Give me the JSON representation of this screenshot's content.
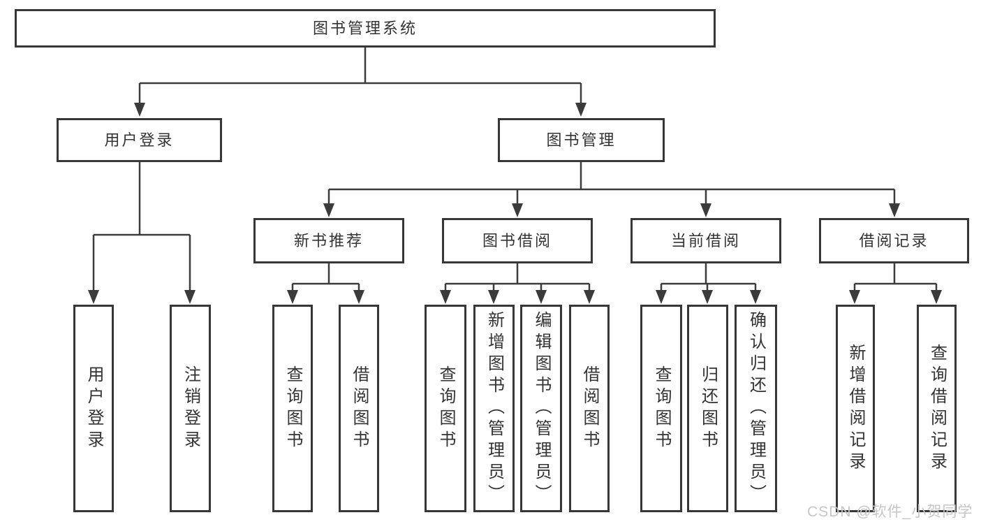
{
  "colors": {
    "background": "#ffffff",
    "box_border": "#373737",
    "line": "#3b3b3b",
    "text": "#333333",
    "watermark": "#c6c6c6"
  },
  "diagram": {
    "root": {
      "label": "图书管理系统"
    },
    "level2": [
      {
        "label": "用户登录"
      },
      {
        "label": "图书管理"
      }
    ],
    "level3": [
      {
        "label": "新书推荐"
      },
      {
        "label": "图书借阅"
      },
      {
        "label": "当前借阅"
      },
      {
        "label": "借阅记录"
      }
    ],
    "leaves": [
      {
        "label": "用户登录"
      },
      {
        "label": "注销登录"
      },
      {
        "label": "查询图书"
      },
      {
        "label": "借阅图书"
      },
      {
        "label": "查询图书"
      },
      {
        "label": "新增图书（管理员）"
      },
      {
        "label": "编辑图书（管理员）"
      },
      {
        "label": "借阅图书"
      },
      {
        "label": "查询图书"
      },
      {
        "label": "归还图书"
      },
      {
        "label": "确认归还（管理员）"
      },
      {
        "label": "新增借阅记录"
      },
      {
        "label": "查询借阅记录"
      }
    ]
  },
  "watermark": {
    "text": "CSDN @软件_小贺同学"
  }
}
